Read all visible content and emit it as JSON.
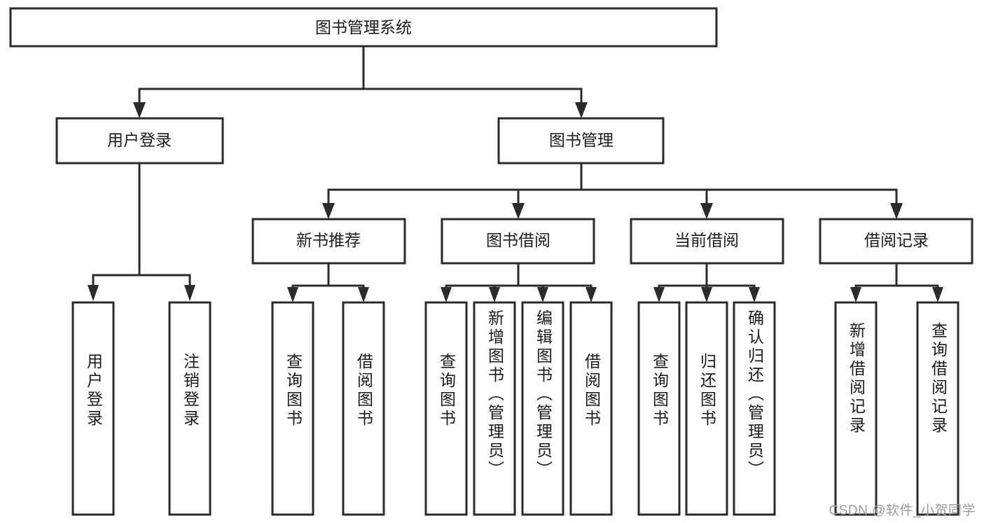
{
  "diagram": {
    "title": "图书管理系统",
    "watermark": "CSDN @软件_小贺同学",
    "colors": {
      "background": "#ffffff",
      "stroke": "#2b2b2b",
      "text": "#1b1b1b",
      "watermark": "#9a9a9a"
    },
    "root": {
      "label": "图书管理系统"
    },
    "level2": [
      {
        "label": "用户登录"
      },
      {
        "label": "图书管理"
      }
    ],
    "level3": [
      {
        "label": "新书推荐"
      },
      {
        "label": "图书借阅"
      },
      {
        "label": "当前借阅"
      },
      {
        "label": "借阅记录"
      }
    ],
    "leaves": {
      "user_login": [
        {
          "label": "用户登录"
        },
        {
          "label": "注销登录"
        }
      ],
      "new_book_recommend": [
        {
          "label": "查询图书"
        },
        {
          "label": "借阅图书"
        }
      ],
      "book_borrow": [
        {
          "label": "查询图书"
        },
        {
          "label": "新增图书（管理员）"
        },
        {
          "label": "编辑图书（管理员）"
        },
        {
          "label": "借阅图书"
        }
      ],
      "current_borrow": [
        {
          "label": "查询图书"
        },
        {
          "label": "归还图书"
        },
        {
          "label": "确认归还（管理员）"
        }
      ],
      "borrow_record": [
        {
          "label": "新增借阅记录"
        },
        {
          "label": "查询借阅记录"
        }
      ]
    }
  }
}
